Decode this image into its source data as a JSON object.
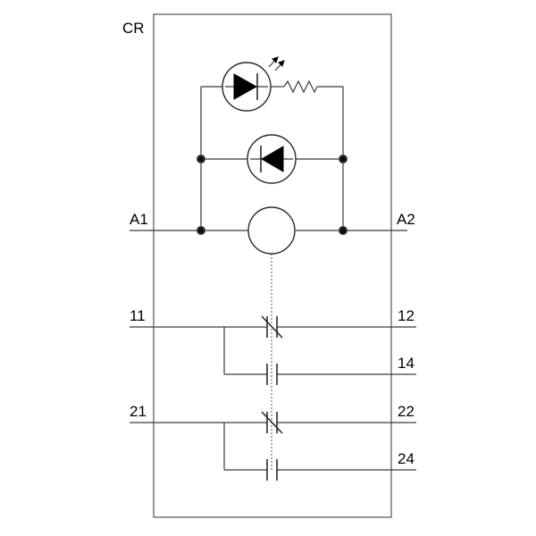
{
  "relay": {
    "name": "CR",
    "coil_terminals": {
      "left": "A1",
      "right": "A2"
    },
    "contacts": {
      "c1_common": "11",
      "c1_nc": "12",
      "c1_no": "14",
      "c2_common": "21",
      "c2_nc": "22",
      "c2_no": "24"
    }
  }
}
